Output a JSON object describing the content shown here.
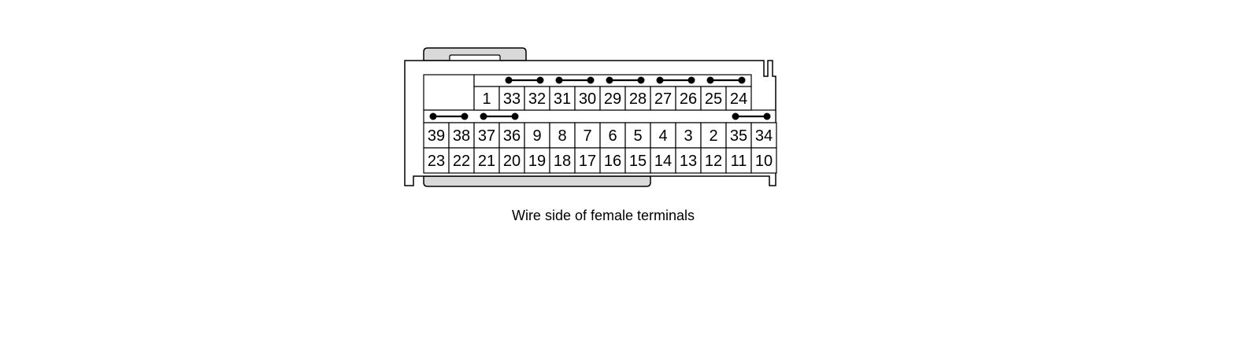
{
  "connector": {
    "row1": [
      "",
      "",
      "1",
      "33",
      "32",
      "31",
      "30",
      "29",
      "28",
      "27",
      "26",
      "25",
      "24"
    ],
    "row2": [
      "39",
      "38",
      "37",
      "36",
      "9",
      "8",
      "7",
      "6",
      "5",
      "4",
      "3",
      "2",
      "35",
      "34"
    ],
    "row3": [
      "23",
      "22",
      "21",
      "20",
      "19",
      "18",
      "17",
      "16",
      "15",
      "14",
      "13",
      "12",
      "11",
      "10"
    ],
    "jumpers_top": [
      [
        "33",
        "32"
      ],
      [
        "31",
        "30"
      ],
      [
        "29",
        "28"
      ],
      [
        "27",
        "26"
      ],
      [
        "25",
        "24"
      ]
    ],
    "jumpers_mid": [
      [
        "39",
        "38"
      ],
      [
        "37",
        "36"
      ],
      [
        "35",
        "34"
      ]
    ]
  },
  "caption": "Wire side of female terminals",
  "colors": {
    "stroke": "#000000",
    "housing_fill": "#d9d9d9",
    "background": "#ffffff"
  }
}
